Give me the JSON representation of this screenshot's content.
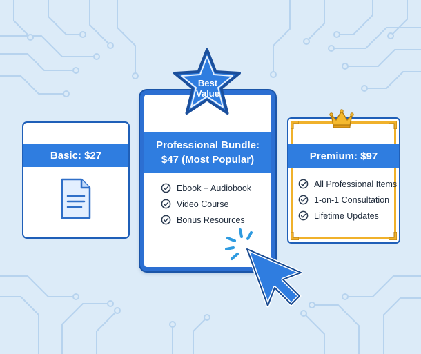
{
  "colors": {
    "background": "#dcebf8",
    "accent_blue": "#2f7de0",
    "border_blue": "#1f5fb8",
    "gold": "#f0b12b"
  },
  "badge": {
    "line1": "Best",
    "line2": "Value",
    "icon": "star-icon"
  },
  "plans": {
    "basic": {
      "title": "Basic: $27",
      "icon": "document-icon"
    },
    "professional": {
      "title_line1": "Professional Bundle:",
      "title_line2": "$47 (Most Popular)",
      "features": [
        "Ebook + Audiobook",
        "Video Course",
        "Bonus Resources"
      ]
    },
    "premium": {
      "title": "Premium: $97",
      "icon": "crown-icon",
      "features": [
        "All Professional Items",
        "1-on-1 Consultation",
        "Lifetime Updates"
      ]
    }
  },
  "pointer": {
    "icon": "cursor-click-icon"
  }
}
